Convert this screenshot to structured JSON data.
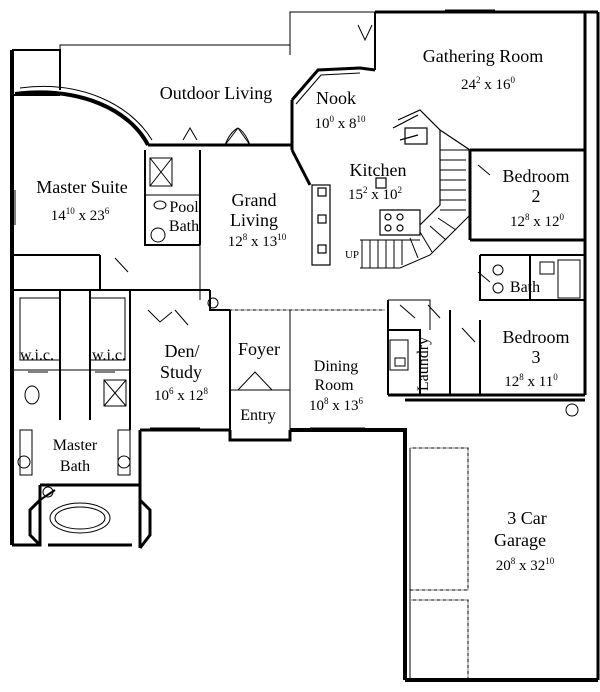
{
  "plan": {
    "rooms": [
      {
        "id": "gathering",
        "name": "Gathering Room",
        "w": "24",
        "w_sup": "2",
        "d": "16",
        "d_sup": "0"
      },
      {
        "id": "nook",
        "name": "Nook",
        "w": "10",
        "w_sup": "0",
        "d": "8",
        "d_sup": "10"
      },
      {
        "id": "outdoor",
        "name": "Outdoor Living"
      },
      {
        "id": "master-suite",
        "name": "Master Suite",
        "w": "14",
        "w_sup": "10",
        "d": "23",
        "d_sup": "6"
      },
      {
        "id": "kitchen",
        "name": "Kitchen",
        "w": "15",
        "w_sup": "2",
        "d": "10",
        "d_sup": "2"
      },
      {
        "id": "bedroom2",
        "name1": "Bedroom",
        "name2": "2",
        "w": "12",
        "w_sup": "8",
        "d": "12",
        "d_sup": "0"
      },
      {
        "id": "grand-living",
        "name1": "Grand",
        "name2": "Living",
        "w": "12",
        "w_sup": "8",
        "d": "13",
        "d_sup": "10"
      },
      {
        "id": "pool-bath",
        "name1": "Pool",
        "name2": "Bath"
      },
      {
        "id": "bath",
        "name": "Bath"
      },
      {
        "id": "bedroom3",
        "name1": "Bedroom",
        "name2": "3",
        "w": "12",
        "w_sup": "8",
        "d": "11",
        "d_sup": "0"
      },
      {
        "id": "den",
        "name1": "Den/",
        "name2": "Study",
        "w": "10",
        "w_sup": "6",
        "d": "12",
        "d_sup": "8"
      },
      {
        "id": "foyer",
        "name": "Foyer"
      },
      {
        "id": "dining",
        "name1": "Dining",
        "name2": "Room",
        "w": "10",
        "w_sup": "8",
        "d": "13",
        "d_sup": "6"
      },
      {
        "id": "laundry",
        "name": "Laundry"
      },
      {
        "id": "entry",
        "name": "Entry"
      },
      {
        "id": "wic-left",
        "name": "w.i.c."
      },
      {
        "id": "wic-right",
        "name": "w.i.c."
      },
      {
        "id": "master-bath",
        "name1": "Master",
        "name2": "Bath"
      },
      {
        "id": "garage",
        "name1": "3 Car",
        "name2": "Garage",
        "w": "20",
        "w_sup": "8",
        "d": "32",
        "d_sup": "10"
      }
    ],
    "up_label": "UP",
    "times": "x"
  }
}
